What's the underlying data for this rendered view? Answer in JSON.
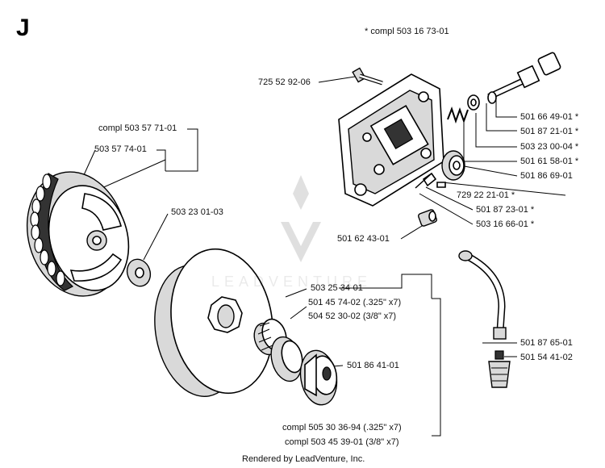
{
  "section_letter": "J",
  "header_note": "* compl 503 16 73-01",
  "footer": "Rendered by LeadVenture, Inc.",
  "watermark_text": "LEADVENTURE",
  "labels": {
    "p725529206": "725 52 92-06",
    "compl503577101": "compl 503 57 71-01",
    "p503577401": "503 57 74-01",
    "p503230103": "503 23 01-03",
    "p501664901": "501 66 49-01  *",
    "p501872101": "501 87 21-01  *",
    "p503230004": "503 23 00-04  *",
    "p501615801": "501 61 58-01  *",
    "p501866901": "501 86 69-01",
    "p729222101": "729 22 21-01  *",
    "p501872301": "501 87 23-01  *",
    "p503166601": "503 16 66-01  *",
    "p501624301": "501 62 43-01",
    "p503253401": "503 25 34-01",
    "p501457402": "501 45 74-02 (.325\" x7)",
    "p504523002": "504 52 30-02 (3/8\" x7)",
    "p501864101": "501 86 41-01",
    "p501876501": "501 87 65-01",
    "p501544102": "501 54 41-02",
    "compl505303694": "compl 505 30 36-94 (.325\" x7)",
    "compl503453901": "compl 503 45 39-01 (3/8\" x7)"
  }
}
